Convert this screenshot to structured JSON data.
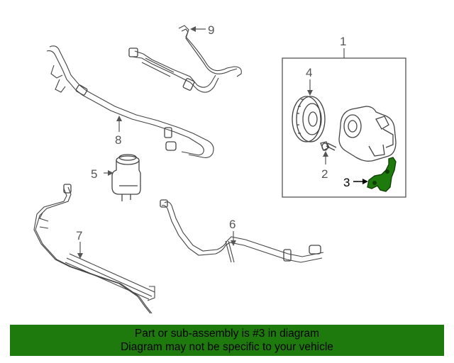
{
  "callouts": {
    "c1": "1",
    "c2": "2",
    "c3": "3",
    "c4": "4",
    "c5": "5",
    "c6": "6",
    "c7": "7",
    "c8": "8",
    "c9": "9"
  },
  "highlight_color": "#1f7a0e",
  "banner": {
    "line1": "Part or sub-assembly is #3 in diagram",
    "line2": "Diagram may not be specific to your vehicle"
  }
}
